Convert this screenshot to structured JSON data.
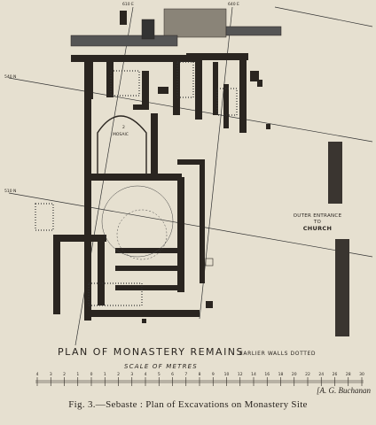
{
  "plan": {
    "title": "PLAN OF MONASTERY REMAINS",
    "walls_note": "EARLIER WALLS DOTTED",
    "scale_label": "SCALE OF METRES",
    "entrance_label": [
      "OUTER ENTRANCE",
      "TO",
      "CHURCH"
    ],
    "grid_labels": {
      "top_left": "610 E",
      "top_right": "640 E",
      "left_upper": "540 N",
      "left_lower": "510 N"
    },
    "room_label": "MOSAIC",
    "room_number": "2"
  },
  "scale": {
    "ticks": [
      "4",
      "3",
      "2",
      "1",
      "0",
      "1",
      "2",
      "3",
      "4",
      "5",
      "6",
      "7",
      "8",
      "9",
      "10",
      "12",
      "14",
      "16",
      "18",
      "20",
      "22",
      "24",
      "26",
      "28",
      "30"
    ]
  },
  "caption": "Fig. 3.—Sebaste : Plan of Excavations on Monastery Site",
  "credit": "[A. G. Buchanan"
}
